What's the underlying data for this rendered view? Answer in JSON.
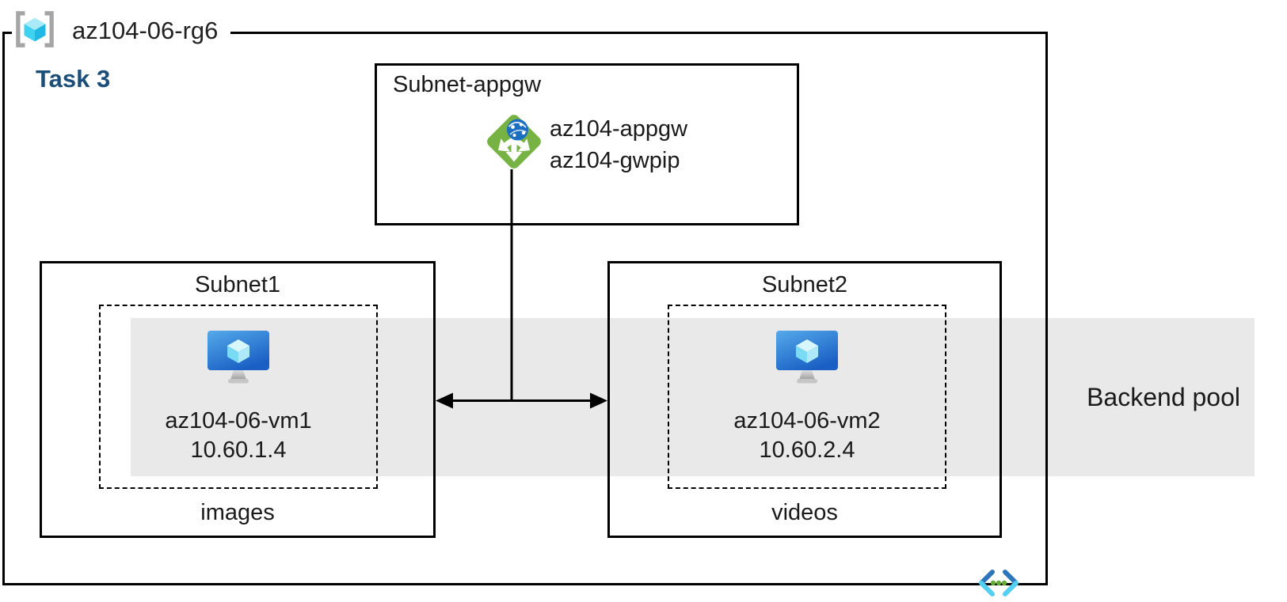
{
  "diagram": {
    "resource_group": {
      "label": "az104-06-rg6"
    },
    "task": {
      "label": "Task 3"
    },
    "appgw_subnet": {
      "title": "Subnet-appgw",
      "gateway_name": "az104-appgw",
      "public_ip_name": "az104-gwpip"
    },
    "subnet1": {
      "title": "Subnet1",
      "vm_name": "az104-06-vm1",
      "vm_ip": "10.60.1.4",
      "caption": "images"
    },
    "subnet2": {
      "title": "Subnet2",
      "vm_name": "az104-06-vm2",
      "vm_ip": "10.60.2.4",
      "caption": "videos"
    },
    "backend_pool": {
      "label": "Backend pool"
    },
    "icons": {
      "resource_group": "resource-group-icon",
      "app_gateway": "application-gateway-icon",
      "virtual_machine": "virtual-machine-icon",
      "virtual_network": "virtual-network-icon"
    },
    "colors": {
      "backend_pool_band": "#e9e9e9",
      "task_label": "#1b4e79",
      "appgw_green": "#77b344",
      "globe_blue": "#1a6fc0",
      "vm_blue_top": "#55aaeb",
      "vm_blue_bottom": "#1a60c4",
      "cube_cyan": "#3fd2f0",
      "bracket_gray": "#a5a5a5",
      "line_black": "#000000"
    }
  }
}
